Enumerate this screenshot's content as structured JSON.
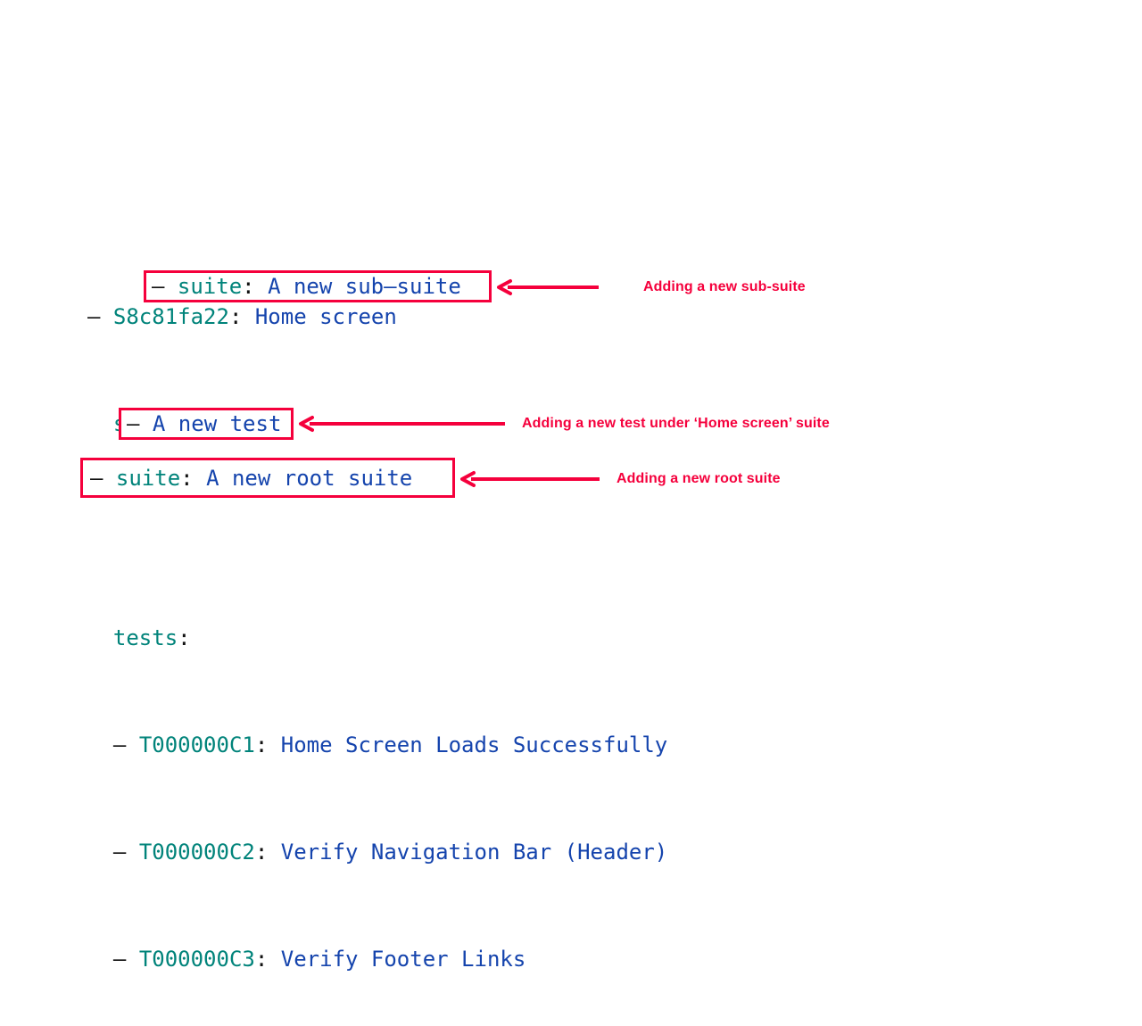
{
  "background_color": "#ffffff",
  "colors": {
    "key_teal": "#00837a",
    "value_blue": "#1544ad",
    "punctuation": "#111111",
    "annotation_red": "#f5003c"
  },
  "tree": {
    "root": {
      "dash": "–",
      "id": "S8c81fa22",
      "colon": ":",
      "title": "Home screen"
    },
    "suites_label": {
      "key": "suites",
      "colon": ":"
    },
    "sub_suite": {
      "dash": "–",
      "key": "suite",
      "colon": ":",
      "value": "A new sub–suite"
    },
    "tests_label": {
      "key": "tests",
      "colon": ":"
    },
    "tests": [
      {
        "dash": "–",
        "id": "T000000C1",
        "colon": ":",
        "title": "Home Screen Loads Successfully"
      },
      {
        "dash": "–",
        "id": "T000000C2",
        "colon": ":",
        "title": "Verify Navigation Bar (Header)"
      },
      {
        "dash": "–",
        "id": "T000000C3",
        "colon": ":",
        "title": "Verify Footer Links"
      }
    ],
    "new_test": {
      "dash": "–",
      "value": "A new test"
    },
    "root_suite": {
      "dash": "–",
      "key": "suite",
      "colon": ":",
      "value": "A new root suite"
    }
  },
  "annotations": [
    {
      "name": "sub-suite",
      "text": "Adding a new sub-suite"
    },
    {
      "name": "new-test",
      "text": "Adding a new test under ‘Home screen’ suite"
    },
    {
      "name": "root-suite",
      "text": "Adding a new root suite"
    }
  ],
  "icons": {
    "arrow_left": "arrow-left-icon"
  }
}
